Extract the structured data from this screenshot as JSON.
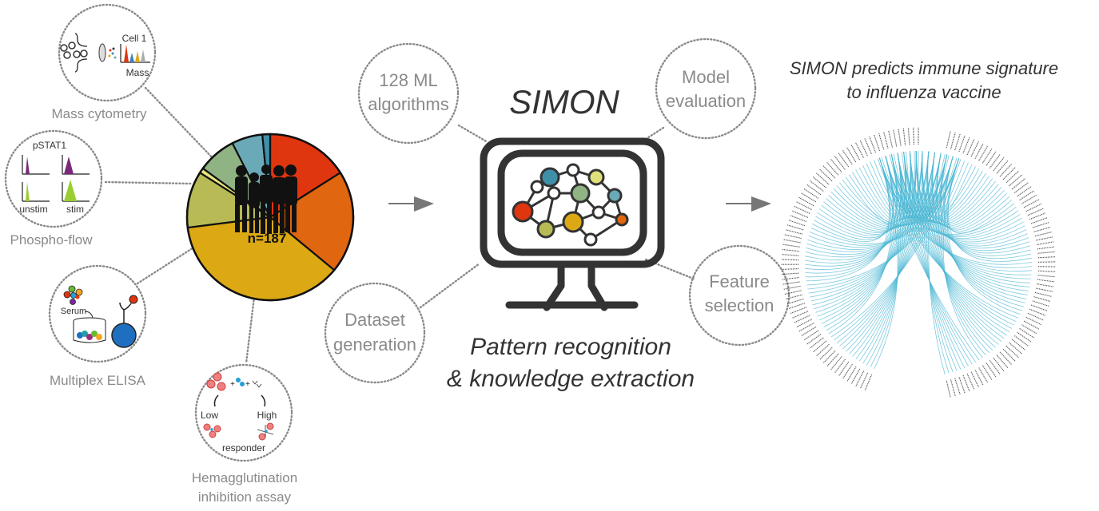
{
  "data_sources": {
    "mass_cytometry": {
      "label": "Mass cytometry",
      "inset_title": "Cell 1",
      "inset_axis": "Mass"
    },
    "phospho_flow": {
      "label": "Phospho-flow",
      "inset_title": "pSTAT1",
      "inset_left": "unstim",
      "inset_right": "stim"
    },
    "multiplex_elisa": {
      "label": "Multiplex ELISA",
      "inset_serum": "Serum"
    },
    "hai_assay": {
      "label_line1": "Hemagglutination",
      "label_line2": "inhibition assay",
      "inset_low": "Low",
      "inset_high": "High",
      "inset_responder": "responder"
    }
  },
  "cohort": {
    "label": "n=187"
  },
  "chart_data": {
    "type": "pie",
    "title": "",
    "center_label": "n=187",
    "start": "top",
    "direction": "clockwise",
    "slices": [
      {
        "name": "slice-1",
        "value": 16,
        "color": "#e0360f"
      },
      {
        "name": "slice-2",
        "value": 20,
        "color": "#e0660f"
      },
      {
        "name": "slice-3",
        "value": 37,
        "color": "#dca914"
      },
      {
        "name": "slice-4",
        "value": 11,
        "color": "#b8bb55"
      },
      {
        "name": "slice-5",
        "value": 1,
        "color": "#e6e67a"
      },
      {
        "name": "slice-6",
        "value": 7.5,
        "color": "#8fb383"
      },
      {
        "name": "slice-7",
        "value": 6,
        "color": "#6aaab8"
      },
      {
        "name": "slice-8",
        "value": 1.5,
        "color": "#3f8fa8"
      }
    ]
  },
  "simon": {
    "title": "SIMON",
    "subtitle_line1": "Pattern recognition",
    "subtitle_line2": "& knowledge extraction",
    "steps": {
      "algorithms": {
        "line1": "128 ML",
        "line2": "algorithms"
      },
      "evaluation": {
        "line1": "Model",
        "line2": "evaluation"
      },
      "dataset": {
        "line1": "Dataset",
        "line2": "generation"
      },
      "feature": {
        "line1": "Feature",
        "line2": "selection"
      }
    },
    "network_colors": [
      "#e0360f",
      "#3f8fa8",
      "#b8bb55",
      "#dca914",
      "#8fb383",
      "#e0e07a",
      "#6aaab8",
      "#e0660f"
    ]
  },
  "result": {
    "title_line1": "SIMON predicts immune signature",
    "title_line2": "to influenza vaccine",
    "chord_color": "#4fb8d4"
  },
  "icons": {
    "arrow_1": "arrow-right-icon",
    "arrow_2": "arrow-right-icon",
    "monitor": "monitor-icon",
    "people": "people-silhouette-icon"
  }
}
